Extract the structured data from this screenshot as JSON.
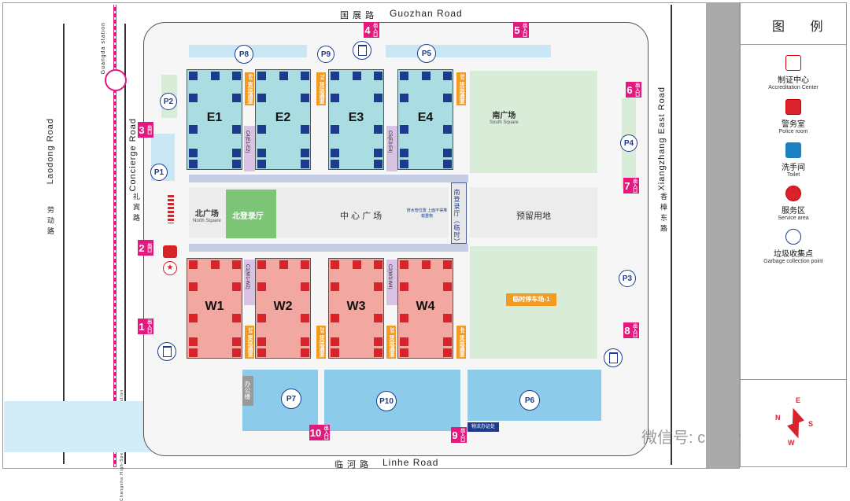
{
  "roads": {
    "top_cn": "国 展 路",
    "top_en": "Guozhan Road",
    "bottom_cn": "临 河 路",
    "bottom_en": "Linhe Road",
    "left_en": "Laodong Road",
    "left_cn": "劳 动 路",
    "concierge_en": "Concierge Road",
    "concierge_cn": "礼 宾 路",
    "right_en": "Xiangzhang East Road",
    "right_cn": "香 樟 东 路"
  },
  "metro": {
    "top_station": "Guangda station",
    "bottom_station": "Changsha High-Speed Railway South Station"
  },
  "halls": [
    {
      "name": "E1"
    },
    {
      "name": "E2"
    },
    {
      "name": "E3"
    },
    {
      "name": "E4"
    },
    {
      "name": "W1"
    },
    {
      "name": "W2"
    },
    {
      "name": "W3"
    },
    {
      "name": "W4"
    }
  ],
  "corridors": {
    "c4": "C4(E1-E2)",
    "c5": "C5(E3-E4)",
    "c1": "C1(W1-W2)",
    "c2": "C2(W3-W4)"
  },
  "cargo_labels": [
    "6# 货运通道",
    "7# 货运通道",
    "8# 货运通道",
    "1# 货运通道",
    "2# 货运通道",
    "3# 货运通道",
    "4# 货运通道"
  ],
  "zones": {
    "south_square_cn": "南广场",
    "south_square_en": "South Square",
    "north_square_cn": "北广场",
    "north_square_en": "North Square",
    "north_registration": "北登录厅",
    "central_square": "中 心 广 场",
    "reserved_land": "预留用地",
    "temp_parking": "临时停车场-1",
    "south_entrance": "南登录厅（临时）",
    "office": "办公楼",
    "logistics": "物流办证处",
    "exclusive_area": "排水管位置 上面不得堆载重物"
  },
  "gates": [
    {
      "num": "1",
      "sub": "出入口"
    },
    {
      "num": "2",
      "sub": "出口"
    },
    {
      "num": "3",
      "sub": "出口"
    },
    {
      "num": "4",
      "sub": "出入口"
    },
    {
      "num": "5",
      "sub": "出入口"
    },
    {
      "num": "6",
      "sub": "出入口"
    },
    {
      "num": "7",
      "sub": "出入口"
    },
    {
      "num": "8",
      "sub": "出入口"
    },
    {
      "num": "9",
      "sub": "出入口"
    },
    {
      "num": "10",
      "sub": "出入口"
    }
  ],
  "parking_lots": [
    "P8",
    "P9",
    "P5",
    "P2",
    "P1",
    "P4",
    "P3",
    "P7",
    "P10",
    "P6"
  ],
  "legend": {
    "title": "图 例",
    "items": [
      {
        "cn": "制证中心",
        "en": "Accreditation Center",
        "icon": "accreditation-icon"
      },
      {
        "cn": "警务室",
        "en": "Police room",
        "icon": "police-icon"
      },
      {
        "cn": "洗手间",
        "en": "Toilet",
        "icon": "toilet-icon"
      },
      {
        "cn": "服务区",
        "en": "Service area",
        "icon": "service-icon"
      },
      {
        "cn": "垃圾收集点",
        "en": "Garbage collection point",
        "icon": "garbage-icon"
      }
    ],
    "compass": {
      "n": "N",
      "e": "E",
      "s": "S",
      "w": "W"
    }
  },
  "watermark": "微信号: cavetbio",
  "colors": {
    "east_hall": "#a9dde2",
    "west_hall": "#f2a7a0",
    "gate": "#e5187f",
    "parking_blue": "#8ccbe9",
    "green": "#d9ecd8",
    "cargo": "#f39a21",
    "metro": "#e5187f"
  }
}
